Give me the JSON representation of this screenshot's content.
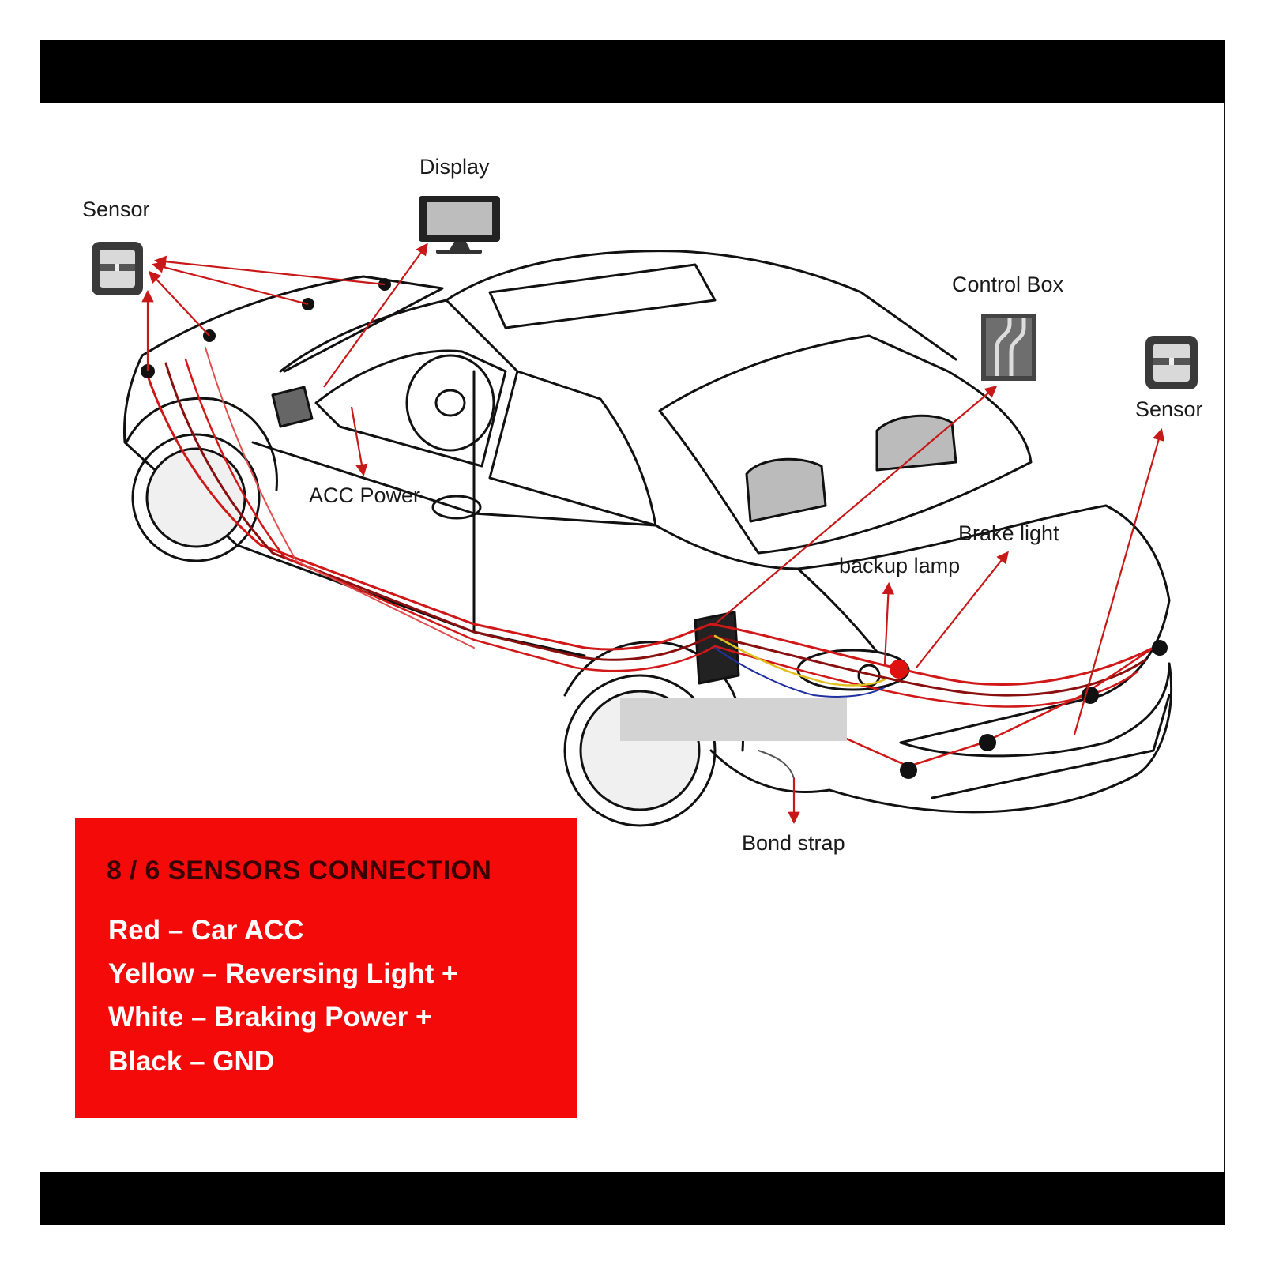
{
  "labels": {
    "display": "Display",
    "sensor_left": "Sensor",
    "sensor_right": "Sensor",
    "control_box": "Control Box",
    "acc_power": "ACC Power",
    "brake_light": "Brake light",
    "backup_lamp": "backup lamp",
    "bond_strap": "Bond strap"
  },
  "legend": {
    "title": "8 / 6 SENSORS CONNECTION",
    "lines": [
      "Red –  Car ACC",
      "Yellow – Reversing Light +",
      "White – Braking Power +",
      "Black – GND"
    ]
  },
  "colors": {
    "wire_red": "#d01818",
    "wire_dark_red": "#8a0f0f",
    "wire_yellow": "#e0c020",
    "wire_blue": "#2030a0",
    "legend_bg": "#f50a0a",
    "car_outline": "#111111"
  }
}
